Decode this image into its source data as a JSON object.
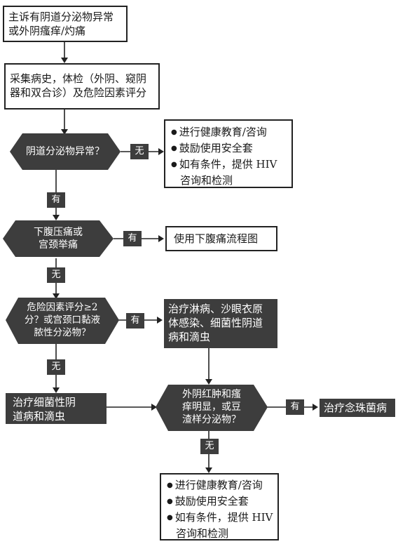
{
  "start": {
    "lines": [
      "主诉有阴道分泌物异常",
      "或外阴瘙痒/灼痛"
    ]
  },
  "assess": {
    "lines": [
      "采集病史，体检（外阴、窥阴",
      "器和双合诊）及危险因素评分"
    ]
  },
  "q1": {
    "lines": [
      "阴道分泌物异常？"
    ]
  },
  "q1_no": "无",
  "q1_yes": "有",
  "advice1": {
    "items": [
      "进行健康教育/咨询",
      "鼓励使用安全套",
      "如有条件，提供 HIV",
      "咨询和检测"
    ]
  },
  "q2": {
    "lines": [
      "下腹压痛或",
      "宫颈举痛"
    ]
  },
  "q2_yes": "有",
  "q2_no": "无",
  "abdominal": {
    "lines": [
      "使用下腹痛流程图"
    ]
  },
  "q3": {
    "lines": [
      "危险因素评分≥2",
      "分？或宫颈口黏液",
      "脓性分泌物？"
    ]
  },
  "q3_yes": "有",
  "q3_no": "无",
  "treat_all": {
    "lines": [
      "治疗淋病、沙眼衣原",
      "体感染、细菌性阴道",
      "病和滴虫"
    ]
  },
  "treat_bv": {
    "lines": [
      "治疗细菌性阴",
      "道病和滴虫"
    ]
  },
  "q4": {
    "lines": [
      "外阴红肿和瘙",
      "痒明显，或豆",
      "渣样分泌物？"
    ]
  },
  "q4_yes": "有",
  "q4_no": "无",
  "candida": {
    "lines": [
      "治疗念珠菌病"
    ]
  },
  "advice2": {
    "items": [
      "进行健康教育/咨询",
      "鼓励使用安全套",
      "如有条件，提供 HIV",
      "咨询和检测"
    ]
  }
}
